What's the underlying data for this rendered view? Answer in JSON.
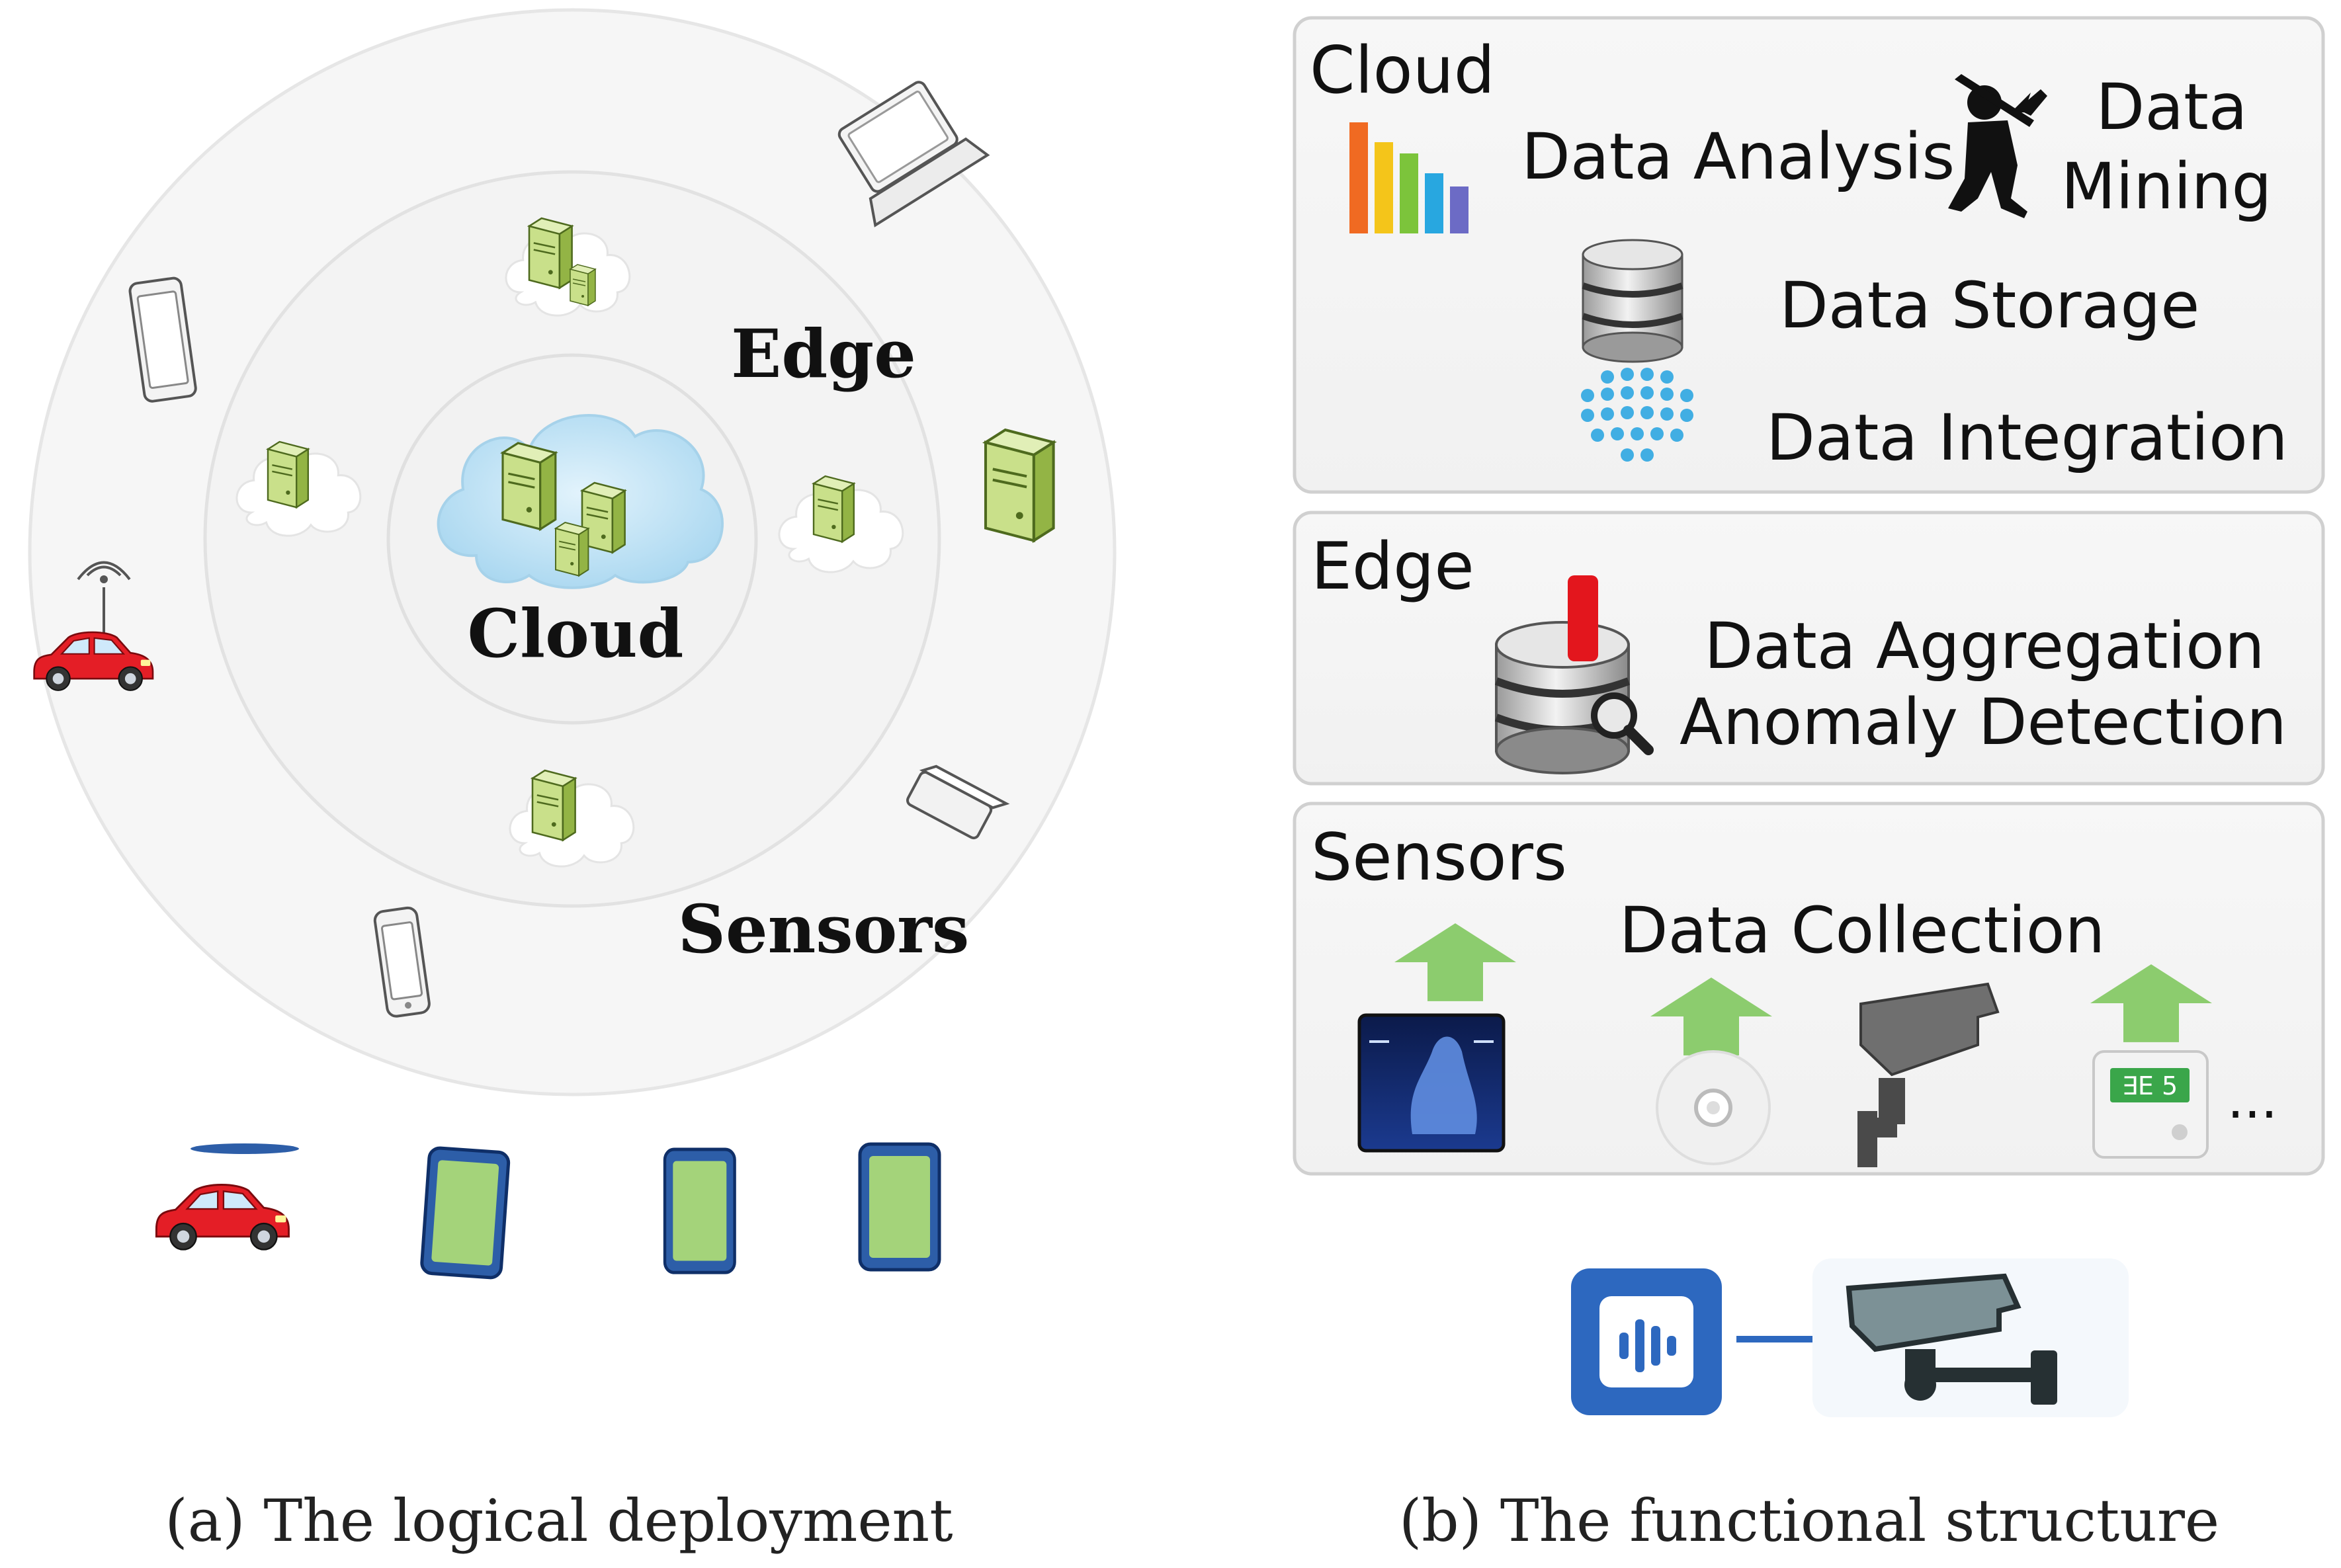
{
  "left_panel": {
    "ring_labels": {
      "cloud": "Cloud",
      "edge": "Edge",
      "sensors": "Sensors"
    },
    "caption": "(a) The logical deployment"
  },
  "right_panel": {
    "cloud_layer": {
      "title": "Cloud",
      "items": {
        "analysis": "Data Analysis",
        "mining_line1": "Data",
        "mining_line2": "Mining",
        "storage": "Data Storage",
        "integration": "Data Integration"
      }
    },
    "edge_layer": {
      "title": "Edge",
      "items": {
        "aggregation": "Data Aggregation",
        "anomaly": "Anomaly Detection"
      }
    },
    "sensors_layer": {
      "title": "Sensors",
      "items": {
        "collection": "Data Collection",
        "thermostat_display": "∃E 5",
        "ellipsis": "..."
      }
    },
    "caption": "(b) The functional structure"
  },
  "colors": {
    "server_green": "#b6d36b",
    "arrow_green": "#8ccc6e",
    "cloud_blue": "#bfe3f5",
    "car_red": "#e41e26",
    "device_blue": "#2d5ea8",
    "panel_border": "#d0d0d0"
  }
}
